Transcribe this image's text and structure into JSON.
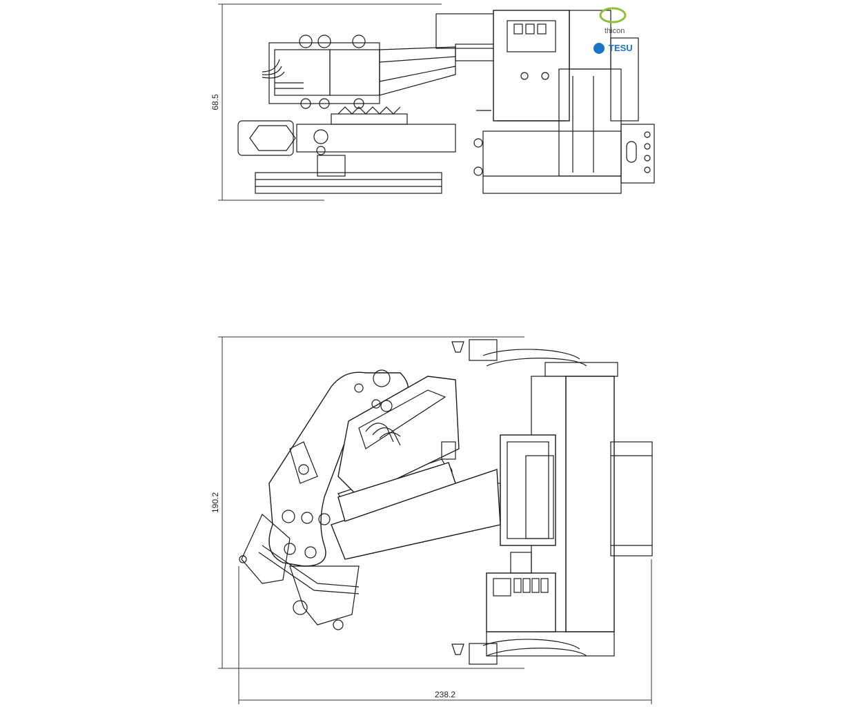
{
  "dimensions": {
    "top_height": "68.5",
    "bottom_height": "190.2",
    "bottom_width": "238.2"
  },
  "logo": {
    "brand_a": "thicon",
    "brand_b": "TESU",
    "brand_a_color": "#8fbf3a",
    "brand_b_color": "#1a73c6"
  }
}
